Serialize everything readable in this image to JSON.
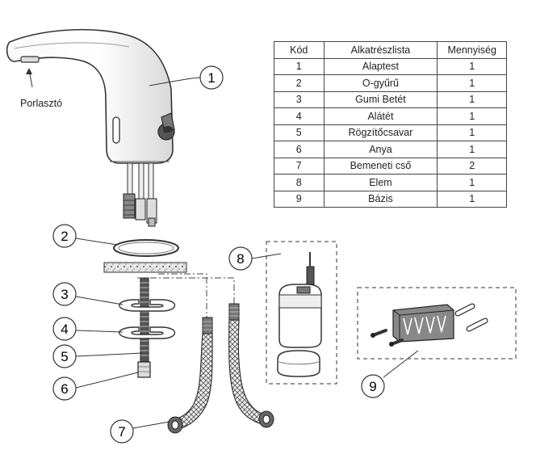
{
  "atomizer_label": "Porlasztó",
  "table": {
    "headers": [
      "Kód",
      "Alkatrészlista",
      "Mennyiség"
    ],
    "rows": [
      {
        "code": "1",
        "name": "Alaptest",
        "qty": "1"
      },
      {
        "code": "2",
        "name": "O-gyűrű",
        "qty": "1"
      },
      {
        "code": "3",
        "name": "Gumi Betét",
        "qty": "1"
      },
      {
        "code": "4",
        "name": "Alátét",
        "qty": "1"
      },
      {
        "code": "5",
        "name": "Rögzítőcsavar",
        "qty": "1"
      },
      {
        "code": "6",
        "name": "Anya",
        "qty": "1"
      },
      {
        "code": "7",
        "name": "Bemeneti cső",
        "qty": "2"
      },
      {
        "code": "8",
        "name": "Elem",
        "qty": "1"
      },
      {
        "code": "9",
        "name": "Bázis",
        "qty": "1"
      }
    ]
  },
  "callouts": [
    "1",
    "2",
    "3",
    "4",
    "5",
    "6",
    "7",
    "8",
    "9"
  ]
}
